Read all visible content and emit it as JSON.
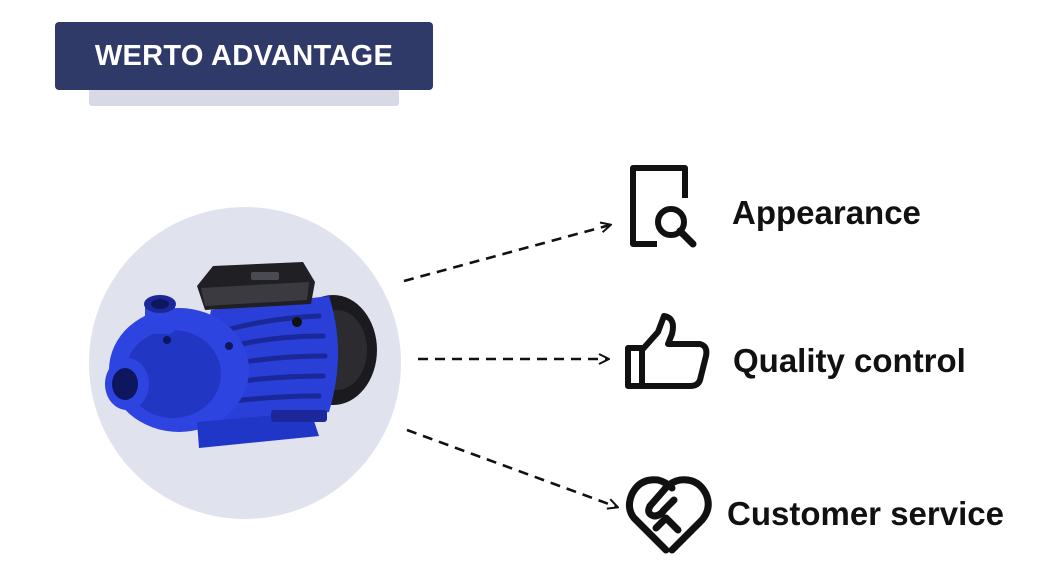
{
  "header": {
    "title": "WERTO ADVANTAGE"
  },
  "product": {
    "icon": "water-pump-image"
  },
  "features": [
    {
      "label": "Appearance",
      "icon": "document-search-icon"
    },
    {
      "label": "Quality control",
      "icon": "thumbs-up-icon"
    },
    {
      "label": "Customer service",
      "icon": "handshake-heart-icon"
    }
  ],
  "colors": {
    "banner": "#2f3a68",
    "banner_shadow": "#d7d9e6",
    "circle": "#e0e2ee",
    "pump_blue": "#2a3fd8"
  }
}
